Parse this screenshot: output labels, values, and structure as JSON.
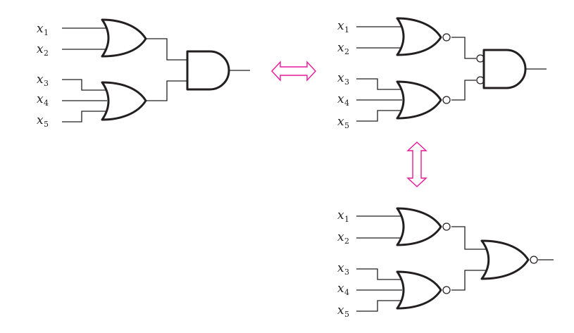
{
  "inputs": [
    {
      "var": "x",
      "sub": "1"
    },
    {
      "var": "x",
      "sub": "2"
    },
    {
      "var": "x",
      "sub": "3"
    },
    {
      "var": "x",
      "sub": "4"
    },
    {
      "var": "x",
      "sub": "5"
    }
  ],
  "colors": {
    "line": "#231f20",
    "arrow": "#e6199a"
  }
}
